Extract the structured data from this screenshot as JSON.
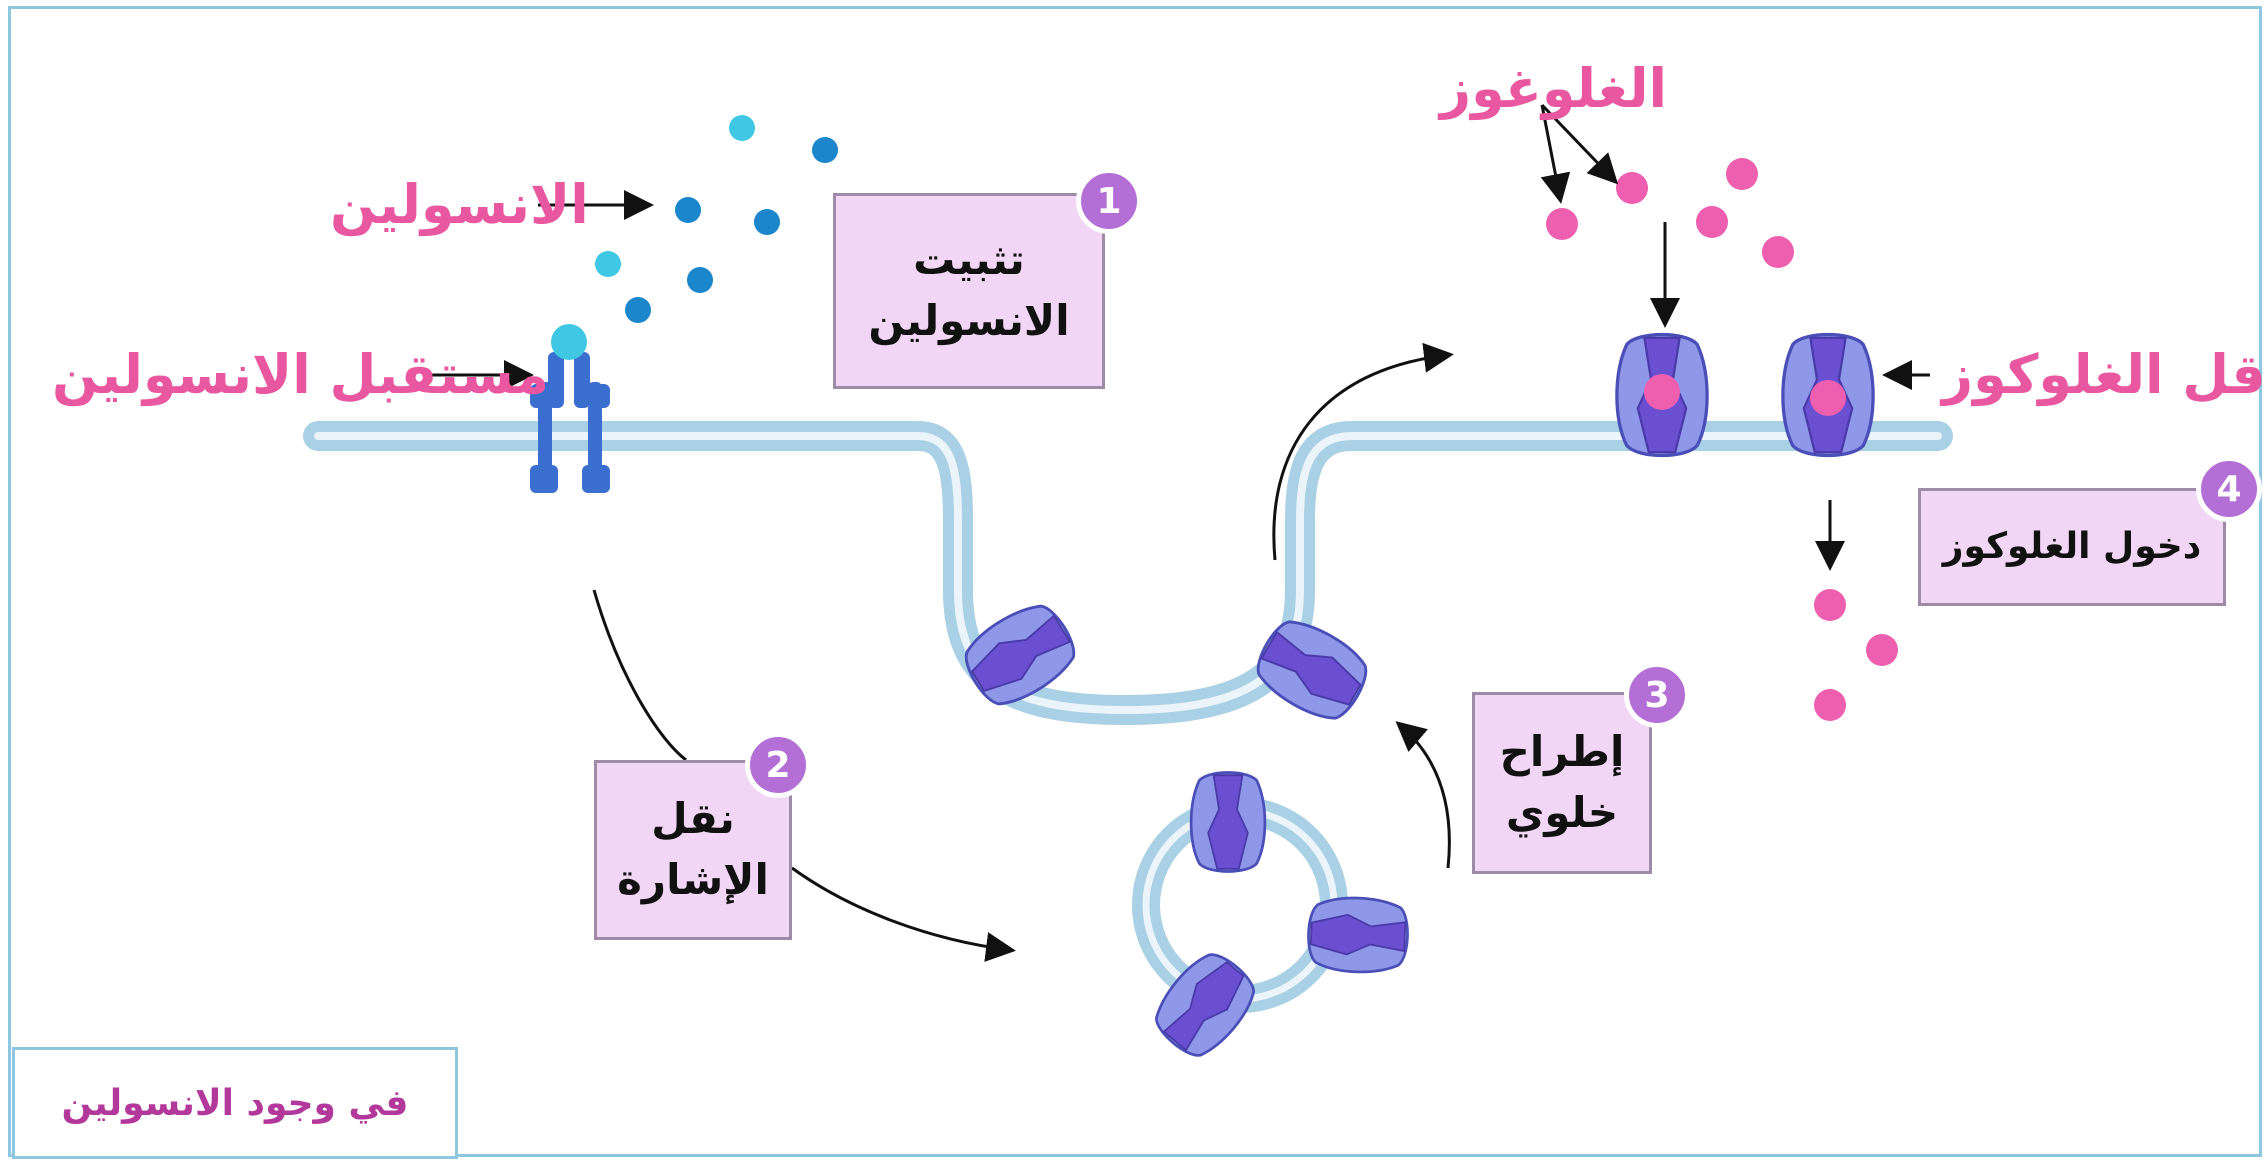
{
  "labels": {
    "insulin": "الانسولين",
    "insulin_receptor": "مستقبل الانسولين",
    "glucose": "الغلوغوز",
    "glucose_transporter": "ناقل الغلوكوز"
  },
  "steps": [
    {
      "number": "1",
      "text": "تثبيت\nالانسولين"
    },
    {
      "number": "2",
      "text": "نقل\nالإشارة"
    },
    {
      "number": "3",
      "text": "إطراح\nخلوي"
    },
    {
      "number": "4",
      "text": "دخول الغلوكوز"
    }
  ],
  "caption": "في وجود الانسولين",
  "colors": {
    "label_pink": "#e8579f",
    "glucose_dot": "#ee5fb0",
    "insulin_dark": "#1b86cc",
    "insulin_light": "#3fc7e3",
    "membrane": "#a9d0e4",
    "transporter": "#8f97e8",
    "transporter_core": "#6a4fd0",
    "step_box": "#f2d6f5",
    "badge": "#b46fd6"
  },
  "icons": [
    "insulin-molecule",
    "glucose-molecule",
    "insulin-receptor-icon",
    "glucose-transporter-icon",
    "arrow-icon"
  ]
}
